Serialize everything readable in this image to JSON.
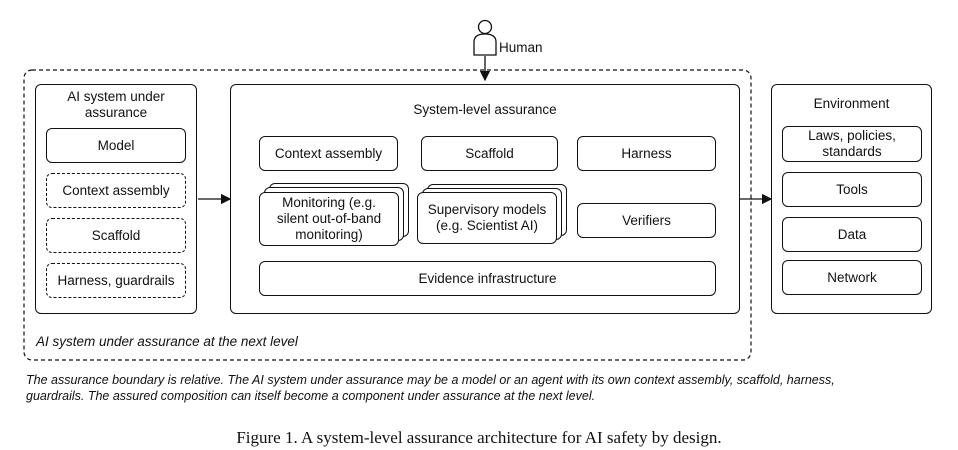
{
  "human": {
    "label": "Human"
  },
  "left_panel": {
    "title": "AI system under assurance",
    "items": [
      "Model",
      "Context assembly",
      "Scaffold",
      "Harness, guardrails"
    ]
  },
  "center_panel": {
    "title": "System-level assurance",
    "row1": [
      "Context assembly",
      "Scaffold",
      "Harness"
    ],
    "monitoring": "Monitoring (e.g. silent out-of-band monitoring)",
    "supervisory": "Supervisory models (e.g. Scientist AI)",
    "verifiers": "Verifiers",
    "evidence": "Evidence infrastructure"
  },
  "right_panel": {
    "title": "Environment",
    "items": [
      "Laws, policies, standards",
      "Tools",
      "Data",
      "Network"
    ]
  },
  "boundary_label": "AI system under assurance at the next level",
  "note": "The assurance boundary is relative. The AI system under assurance may be a model or an agent with its own context assembly, scaffold, harness,  guardrails. The assured composition can itself become a component under assurance at the next level.",
  "caption": "Figure 1. A system-level assurance architecture for AI safety by design."
}
